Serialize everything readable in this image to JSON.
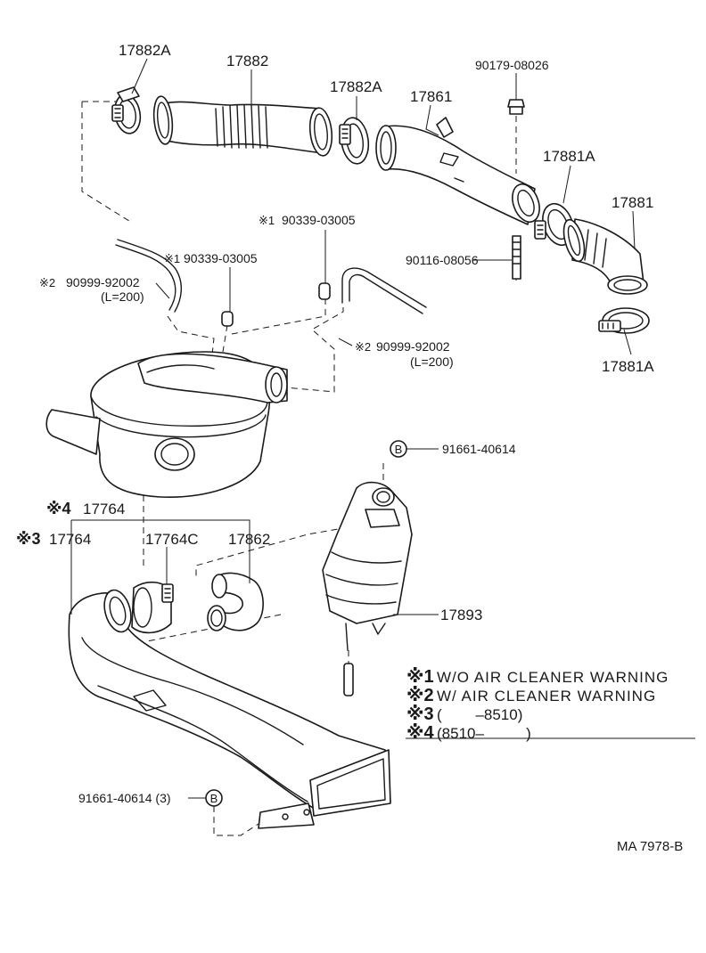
{
  "labels": {
    "p17882A_top": "17882A",
    "p17882": "17882",
    "p17882A_mid": "17882A",
    "p17861": "17861",
    "p90179": "90179-08026",
    "p17881A_top": "17881A",
    "p17881": "17881",
    "p90116": "90116-08056",
    "p17881A_bot": "17881A",
    "p90339_a_mark": "※1",
    "p90339_a": "90339-03005",
    "p90339_b_mark": "※1",
    "p90339_b": "90339-03005",
    "p90999_a_mark": "※2",
    "p90999_a": "90999-92002",
    "p90999_a_len": "(L=200)",
    "p90999_b_mark": "※2",
    "p90999_b": "90999-92002",
    "p90999_b_len": "(L=200)",
    "p91661_top": "91661-40614",
    "p17764_4_mark": "※4",
    "p17764_4": "17764",
    "p17764_3_mark": "※3",
    "p17764_3": "17764",
    "p17764C": "17764C",
    "p17862": "17862",
    "p17893": "17893",
    "p91661_bot": "91661-40614 (3)",
    "bolt_mark_top": "B",
    "bolt_mark_bot": "B",
    "diagram_code": "MA 7978-B"
  },
  "legend": [
    {
      "mark": "※1",
      "text": "W/O AIR CLEANER WARNING"
    },
    {
      "mark": "※2",
      "text": "W/ AIR CLEANER WARNING"
    },
    {
      "mark": "※3",
      "text": "(        –8510)"
    },
    {
      "mark": "※4",
      "text": "(8510–          )"
    }
  ]
}
